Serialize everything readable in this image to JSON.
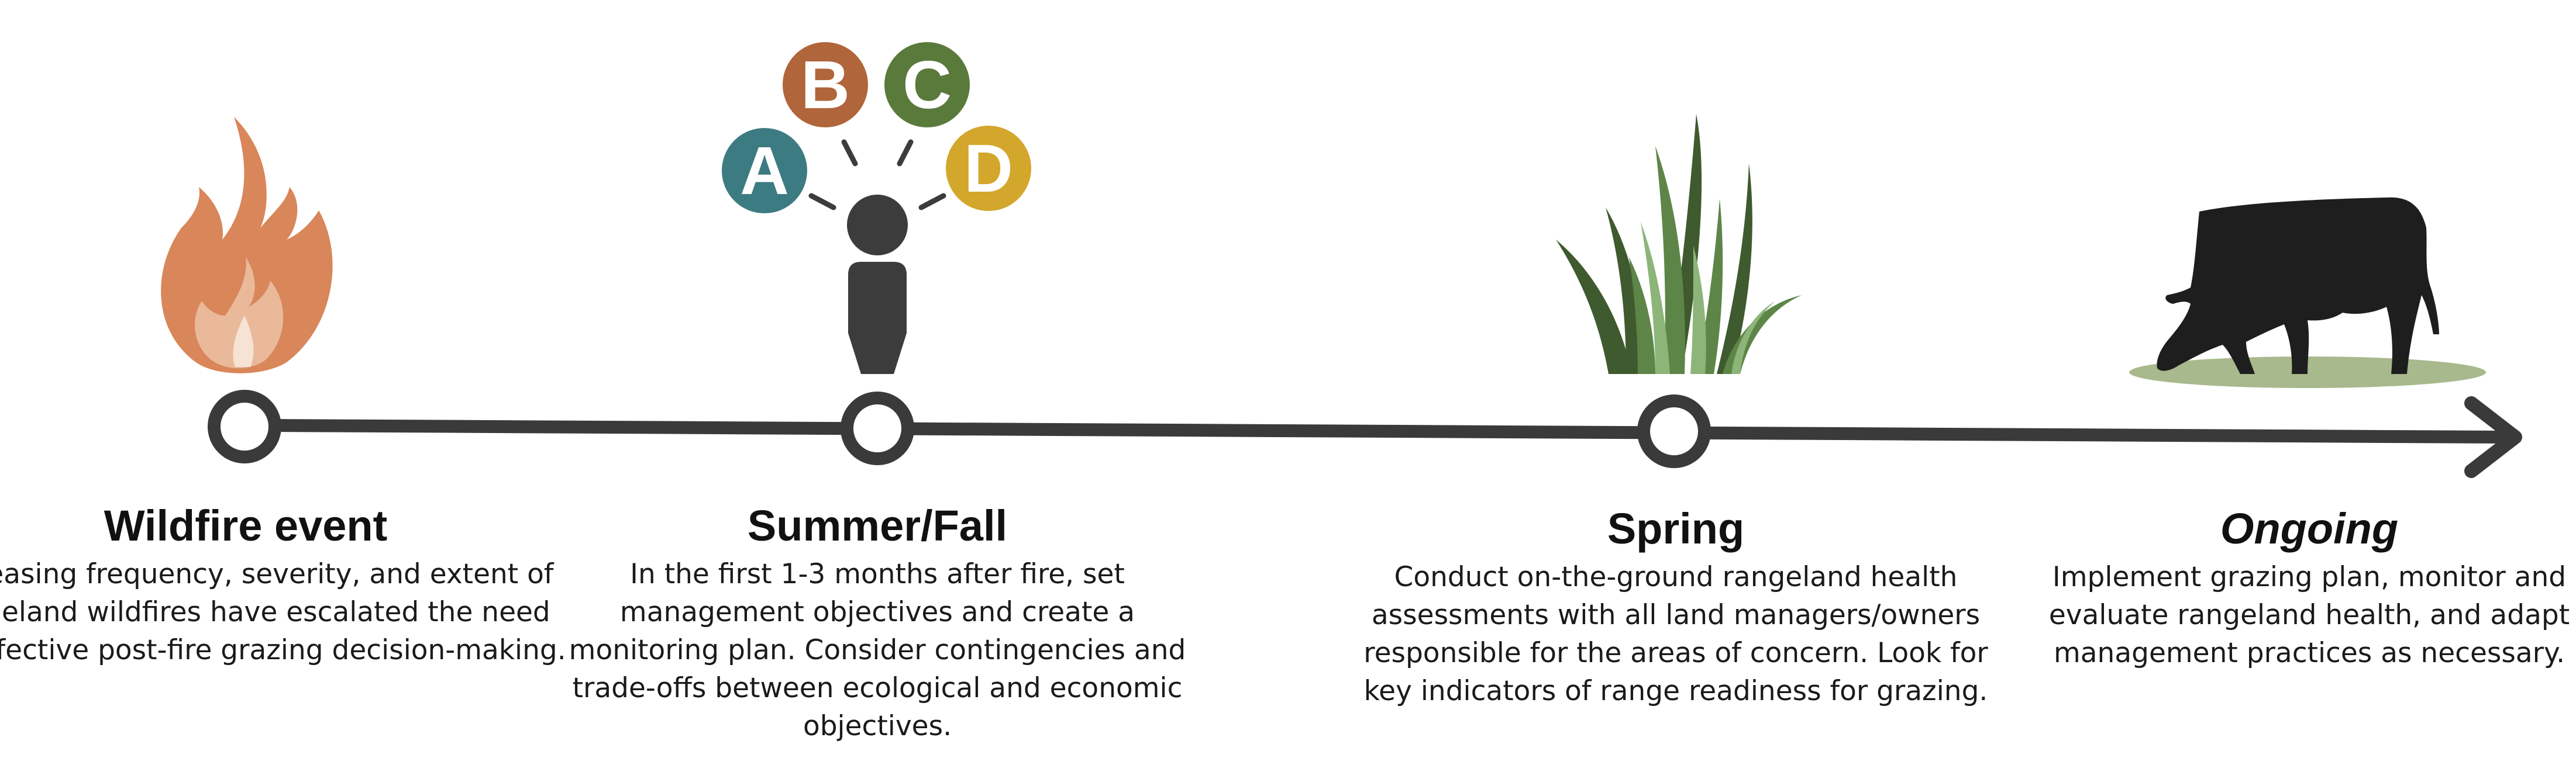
{
  "colors": {
    "timeline": "#3a3a3a",
    "flame_outer": "#d9865a",
    "flame_inner": "#e9b99a",
    "flame_core": "#f6e3d4",
    "option_a": "#3d7b82",
    "option_b": "#b0653b",
    "option_c": "#5a7a3c",
    "option_d": "#d3a72c",
    "person": "#3c3c3c",
    "grass_dark": "#3f5a2e",
    "grass_mid": "#5d8548",
    "grass_light": "#8db57a",
    "cow": "#1e1e1e",
    "ground": "#a8b98d"
  },
  "options": {
    "a": "A",
    "b": "B",
    "c": "C",
    "d": "D"
  },
  "stages": [
    {
      "title": "Wildfire event",
      "description": "Increasing frequency, severity, and extent of rangeland wildfires have escalated the need for effective post-fire grazing decision-making.",
      "icon": "flame-icon"
    },
    {
      "title": "Summer/Fall",
      "description": "In the first 1-3 months after fire, set management objectives and create a monitoring plan. Consider contingencies and trade-offs between ecological and economic objectives.",
      "icon": "person-options-icon"
    },
    {
      "title": "Spring",
      "description": "Conduct on-the-ground rangeland health assessments with all land managers/owners responsible for the areas of concern. Look for key indicators of range readiness for grazing.",
      "icon": "grass-icon"
    },
    {
      "title": "Ongoing",
      "description": "Implement grazing plan, monitor and evaluate rangeland health, and adapt management practices as necessary.",
      "icon": "cow-icon"
    }
  ]
}
